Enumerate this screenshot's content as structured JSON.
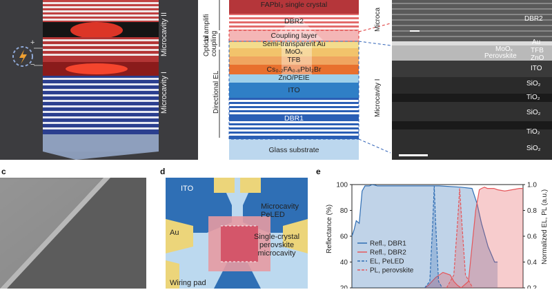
{
  "panel_a": {
    "label_mc2": "Microcavity II",
    "label_mc1": "Microcavity I",
    "plus": "+",
    "minus": "−"
  },
  "panel_b": {
    "side_top": "Li amplifi",
    "side_optical": "Optical coupling",
    "side_directional": "Directional EL",
    "layers": [
      {
        "text": "FAPbI₃ single crystal"
      },
      {
        "text": "DBR2"
      },
      {
        "text": "Coupling layer"
      },
      {
        "text": "Semi-transparent Au"
      },
      {
        "text": "MoOₓ"
      },
      {
        "text": "TFB"
      },
      {
        "text": "Cs₀.₂FA₀.₈PbI₂Br"
      },
      {
        "text": "ZnO/PEIE"
      },
      {
        "text": "ITO"
      },
      {
        "text": "DBR1"
      },
      {
        "text": "Glass substrate"
      }
    ]
  },
  "panel_sem": {
    "label_mc2": "Microca",
    "label_mc1": "Microcavity I",
    "layers": [
      "DBR2",
      "Au",
      "TFB",
      "ZnO",
      "ITO",
      "SiO₂",
      "TiO₂",
      "SiO₂",
      "TiO₂",
      "SiO₂"
    ],
    "moox": "MoOₓ",
    "perovskite": "Perovskite"
  },
  "panel_c": {
    "letter": "c"
  },
  "panel_d": {
    "letter": "d",
    "ito": "ITO",
    "au": "Au",
    "wiring": "Wiring pad",
    "microcavity": "Microcavity\nPeLED",
    "crystal": "Single-crystal\nperovskite\nmicrocavity"
  },
  "chart_data": {
    "type": "line",
    "panel_letter": "e",
    "ylabel": "Reflectance (%)",
    "y2label": "Normalized EL, PL (a.u.)",
    "ylim": [
      20,
      100
    ],
    "y2lim": [
      0.2,
      1.0
    ],
    "yticks": [
      20,
      40,
      60,
      80,
      100
    ],
    "y2ticks": [
      "0.2",
      "0.4",
      "0.6",
      "0.8",
      "1.0"
    ],
    "series": [
      {
        "name": "Refl., DBR1",
        "color": "#2e6db3",
        "style": "solid",
        "x": [
          0,
          3,
          6,
          10,
          14,
          18,
          24,
          28,
          32,
          35,
          40,
          60,
          90,
          120,
          150,
          165,
          172,
          178,
          183,
          187,
          190,
          196,
          200
        ],
        "y": [
          60,
          65,
          72,
          70,
          95,
          99,
          99,
          100,
          99.5,
          99,
          99,
          99,
          99,
          99,
          98,
          97,
          85,
          70,
          60,
          52,
          48,
          40,
          40
        ]
      },
      {
        "name": "Refl., DBR2",
        "color": "#e5565a",
        "style": "solid",
        "x": [
          100,
          105,
          115,
          125,
          135,
          140,
          145,
          150,
          160,
          170,
          175,
          178,
          182,
          186,
          190,
          195,
          200,
          210,
          220,
          230,
          235
        ],
        "y": [
          20,
          22,
          28,
          32,
          30,
          25,
          22,
          20,
          25,
          80,
          96,
          97,
          98,
          97,
          97,
          97,
          96,
          95,
          96,
          97,
          97
        ]
      },
      {
        "name": "EL, PeLED",
        "color": "#2e6db3",
        "style": "dashed",
        "x": [
          100,
          107,
          111,
          113,
          115,
          119,
          124
        ],
        "y": [
          20,
          25,
          70,
          99,
          70,
          25,
          20
        ]
      },
      {
        "name": "PL, perovskite",
        "color": "#e5565a",
        "style": "dashed",
        "x": [
          130,
          140,
          145,
          148,
          151,
          156,
          166
        ],
        "y": [
          20,
          30,
          70,
          97,
          70,
          30,
          20
        ]
      }
    ]
  }
}
